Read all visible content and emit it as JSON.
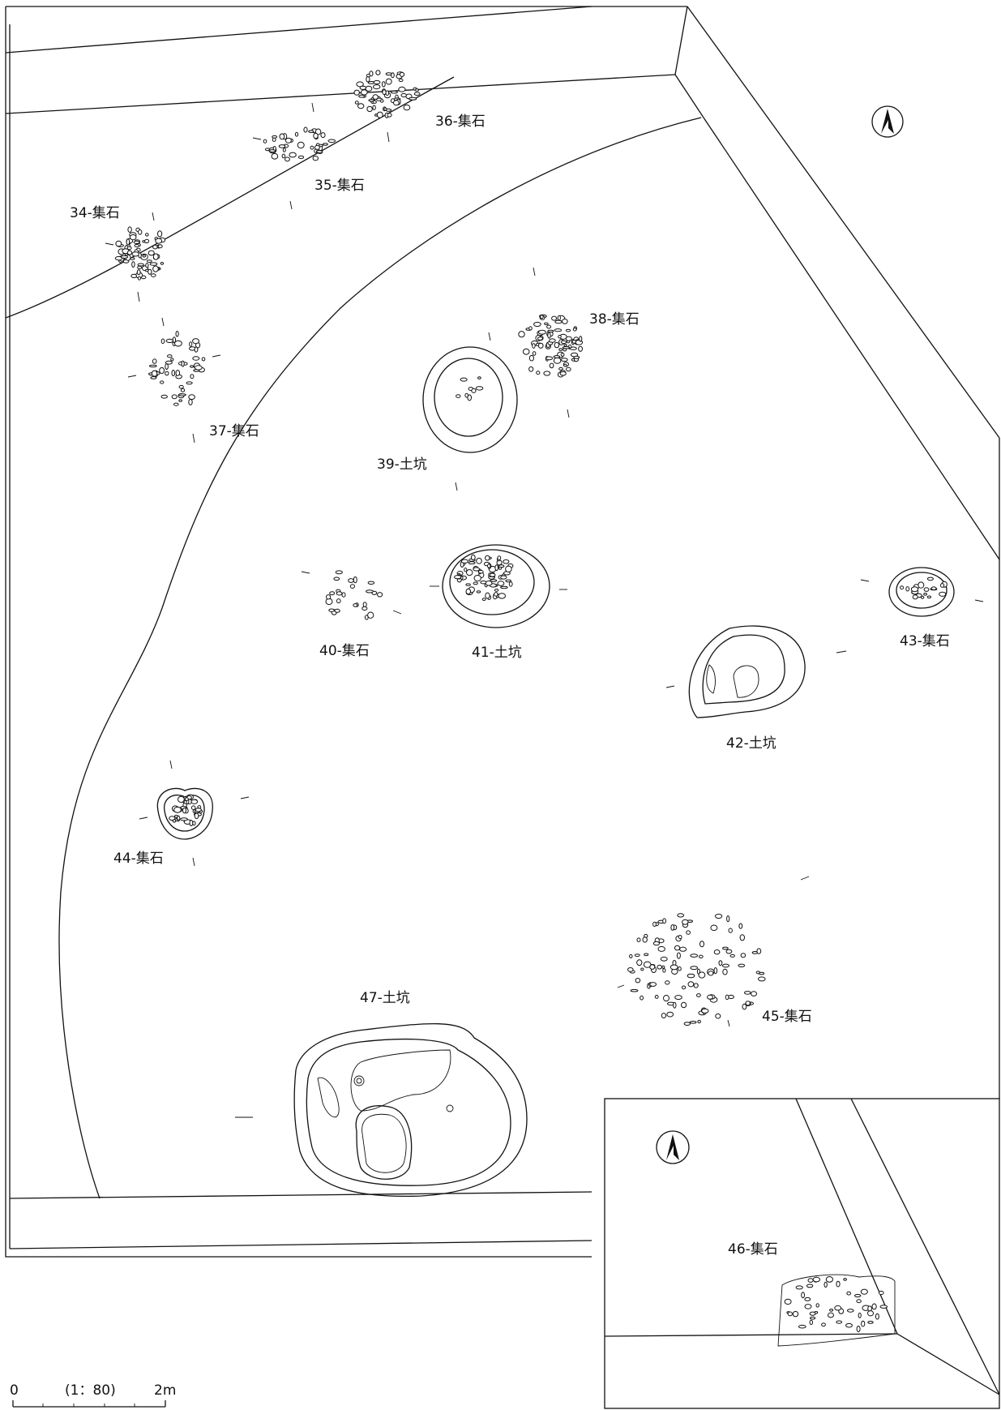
{
  "features": {
    "f34": "34-集石",
    "f35": "35-集石",
    "f36": "36-集石",
    "f37": "37-集石",
    "f38": "38-集石",
    "f39": "39-土坑",
    "f40": "40-集石",
    "f41": "41-土坑",
    "f42": "42-土坑",
    "f43": "43-集石",
    "f44": "44-集石",
    "f45": "45-集石",
    "f46": "46-集石",
    "f47": "47-土坑"
  },
  "scale_bar": {
    "start": "0",
    "ratio": "(1：80)",
    "end": "2m"
  },
  "icons": {
    "north": "north-arrow-icon"
  },
  "colors": {
    "ink": "#111111",
    "paper": "#ffffff"
  }
}
